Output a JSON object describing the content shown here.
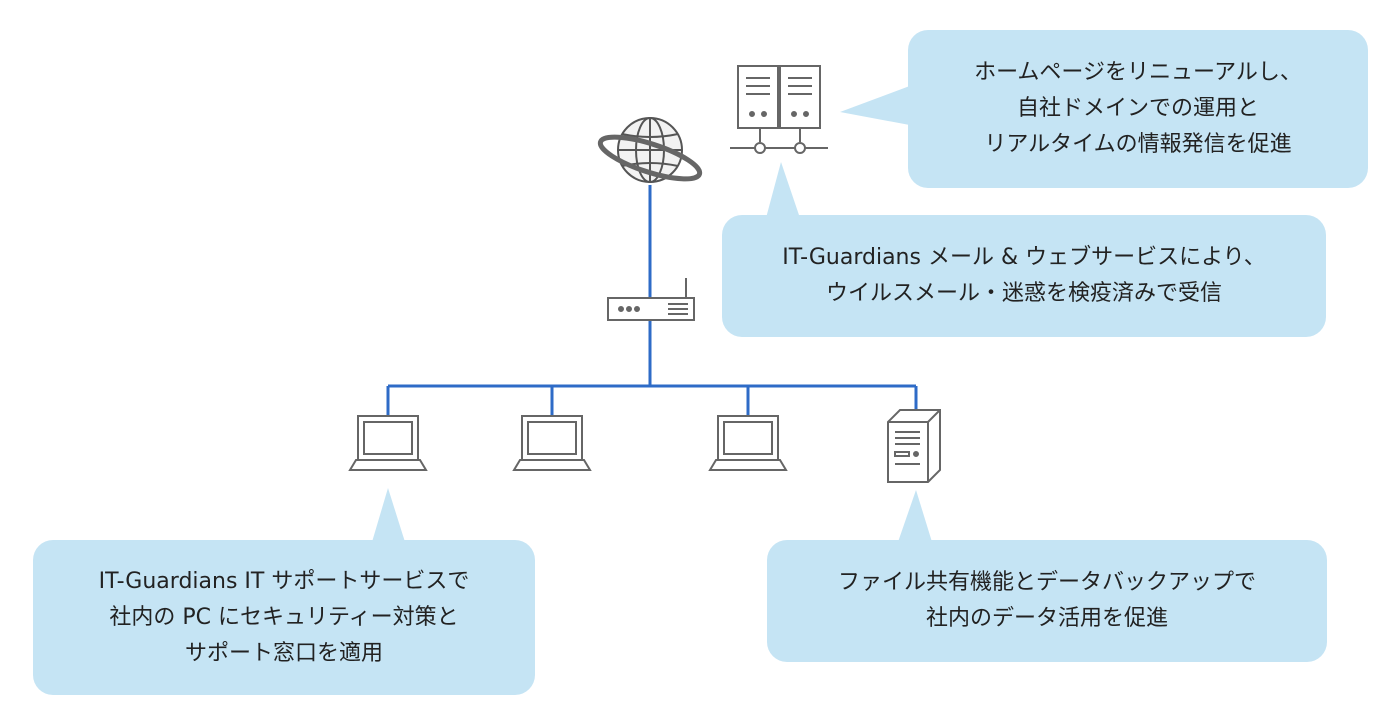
{
  "colors": {
    "network_line": "#2e6bc7",
    "bubble_fill": "#c5e4f4",
    "icon_stroke": "#666666"
  },
  "icons": [
    "globe-icon",
    "web-server-icon",
    "router-icon",
    "laptop-icon",
    "tower-server-icon"
  ],
  "callouts": {
    "homepage": {
      "lines": [
        "ホームページをリニューアルし、",
        "自社ドメインでの運用と",
        "リアルタイムの情報発信を促進"
      ]
    },
    "mail_web": {
      "lines": [
        "IT-Guardians メール & ウェブサービスにより、",
        "ウイルスメール・迷惑を検疫済みで受信"
      ]
    },
    "it_support": {
      "lines": [
        "IT-Guardians IT サポートサービスで",
        "社内の PC にセキュリティー対策と",
        "サポート窓口を適用"
      ]
    },
    "file_share": {
      "lines": [
        "ファイル共有機能とデータバックアップで",
        "社内のデータ活用を促進"
      ]
    }
  }
}
